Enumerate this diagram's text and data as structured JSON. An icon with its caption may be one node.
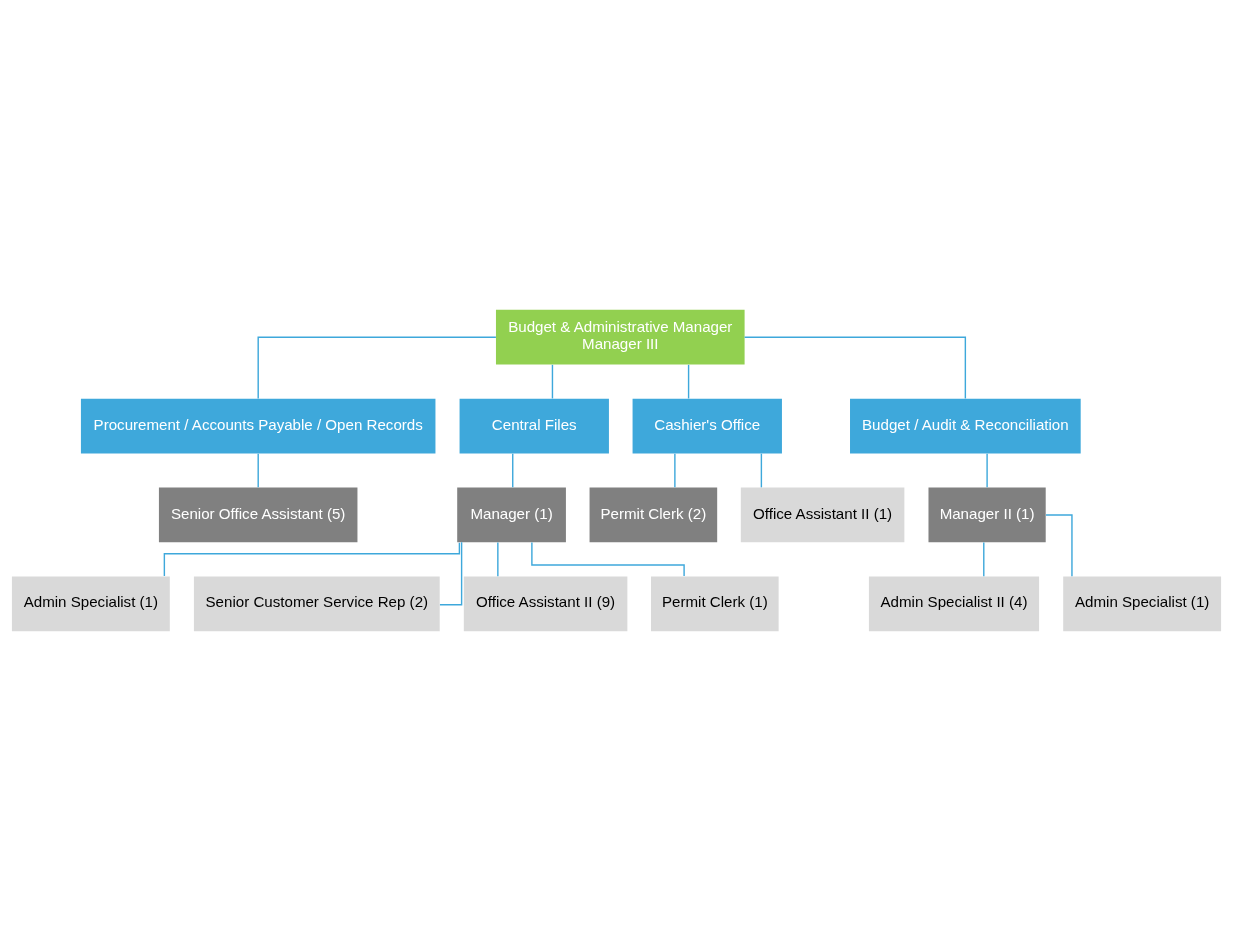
{
  "diagram": {
    "nodes": [
      {
        "text": [
          "Budget & Administrative Manager",
          "Manager III"
        ]
      },
      {
        "text": [
          "Procurement / Accounts Payable / Open Records"
        ]
      },
      {
        "text": [
          "Central Files"
        ]
      },
      {
        "text": [
          "Cashier's Office"
        ]
      },
      {
        "text": [
          "Budget / Audit & Reconciliation"
        ]
      },
      {
        "text": [
          "Senior Office Assistant (5)"
        ]
      },
      {
        "text": [
          "Manager (1)"
        ]
      },
      {
        "text": [
          "Admin Specialist (1)"
        ]
      },
      {
        "text": [
          "Senior Customer Service Rep (2)"
        ]
      },
      {
        "text": [
          "Office Assistant II (9)"
        ]
      },
      {
        "text": [
          "Permit Clerk (1)"
        ]
      },
      {
        "text": [
          "Permit Clerk (2)"
        ]
      },
      {
        "text": [
          "Office Assistant II (1)"
        ]
      },
      {
        "text": [
          "Manager II (1)"
        ]
      },
      {
        "text": [
          "Admin Specialist II (4)"
        ]
      },
      {
        "text": [
          "Admin Specialist (1)"
        ]
      }
    ],
    "edges": [
      {
        "from": 0,
        "to": 1,
        "arrow": "none"
      },
      {
        "from": 0,
        "to": 2,
        "arrow": "none"
      },
      {
        "from": 0,
        "to": 3,
        "arrow": "none"
      },
      {
        "from": 0,
        "to": 4,
        "arrow": "none"
      },
      {
        "from": 1,
        "to": 5,
        "arrow": "none"
      },
      {
        "from": 2,
        "to": 6,
        "arrow": "none"
      },
      {
        "from": 6,
        "to": 7,
        "arrow": "none"
      },
      {
        "from": 6,
        "to": 8,
        "arrow": "none"
      },
      {
        "from": 6,
        "to": 9,
        "arrow": "none"
      },
      {
        "from": 6,
        "to": 10,
        "arrow": "none"
      },
      {
        "from": 3,
        "to": 11,
        "arrow": "none"
      },
      {
        "from": 3,
        "to": 12,
        "arrow": "none"
      },
      {
        "from": 4,
        "to": 13,
        "arrow": "none"
      },
      {
        "from": 13,
        "to": 14,
        "arrow": "none"
      },
      {
        "from": 13,
        "to": 15,
        "arrow": "none"
      }
    ]
  }
}
